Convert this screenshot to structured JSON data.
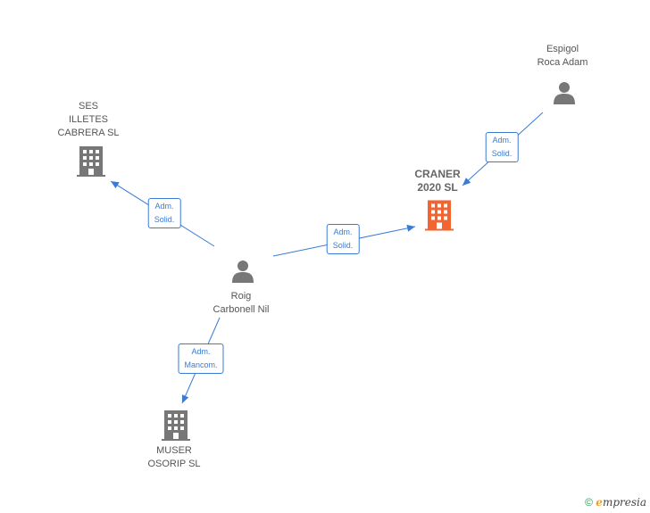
{
  "nodes": {
    "espigol": {
      "line1": "Espigol",
      "line2": "Roca Adam",
      "type": "person"
    },
    "ses": {
      "line1": "SES",
      "line2": "ILLETES",
      "line3": "CABRERA  SL",
      "type": "company"
    },
    "craner": {
      "line1": "CRANER",
      "line2": "2020  SL",
      "type": "company-main"
    },
    "roig": {
      "line1": "Roig",
      "line2": "Carbonell Nil",
      "type": "person"
    },
    "muser": {
      "line1": "MUSER",
      "line2": "OSORIP  SL",
      "type": "company"
    }
  },
  "edges": {
    "espigol_craner": {
      "line1": "Adm.",
      "line2": "Solid."
    },
    "roig_ses": {
      "line1": "Adm.",
      "line2": "Solid."
    },
    "roig_craner": {
      "line1": "Adm.",
      "line2": "Solid."
    },
    "roig_muser": {
      "line1": "Adm.",
      "line2": "Mancom."
    }
  },
  "footer": {
    "copyright": "©",
    "brand_initial": "e",
    "brand_rest": "mpresia"
  },
  "colors": {
    "edge": "#3a7bd5",
    "company": "#777777",
    "main_company": "#f26430",
    "person": "#777777"
  }
}
